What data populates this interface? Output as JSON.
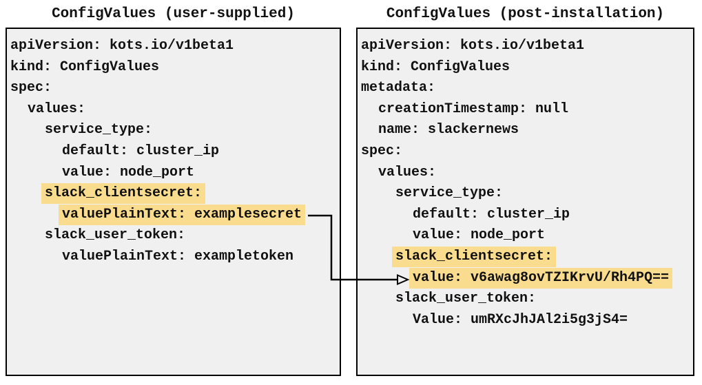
{
  "colors": {
    "highlight": "#FADC8F",
    "panel_bg": "#F0F0F0",
    "border": "#000000",
    "text": "#111111",
    "arrow": "#000000"
  },
  "panels": [
    {
      "id": "user-supplied",
      "title": "ConfigValues (user-supplied)",
      "lines": [
        {
          "indent": 0,
          "text": "apiVersion: kots.io/v1beta1",
          "highlight": false
        },
        {
          "indent": 0,
          "text": "kind: ConfigValues",
          "highlight": false
        },
        {
          "indent": 0,
          "text": "spec:",
          "highlight": false
        },
        {
          "indent": 1,
          "text": "values:",
          "highlight": false
        },
        {
          "indent": 2,
          "text": "service_type:",
          "highlight": false
        },
        {
          "indent": 3,
          "text": "default: cluster_ip",
          "highlight": false
        },
        {
          "indent": 3,
          "text": "value: node_port",
          "highlight": false
        },
        {
          "indent": 2,
          "text": "slack_clientsecret:",
          "highlight": true
        },
        {
          "indent": 3,
          "text": "valuePlainText: examplesecret",
          "highlight": true
        },
        {
          "indent": 2,
          "text": "slack_user_token:",
          "highlight": false
        },
        {
          "indent": 3,
          "text": "valuePlainText: exampletoken",
          "highlight": false
        }
      ]
    },
    {
      "id": "post-installation",
      "title": "ConfigValues (post-installation)",
      "lines": [
        {
          "indent": 0,
          "text": "apiVersion: kots.io/v1beta1",
          "highlight": false
        },
        {
          "indent": 0,
          "text": "kind: ConfigValues",
          "highlight": false
        },
        {
          "indent": 0,
          "text": "metadata:",
          "highlight": false
        },
        {
          "indent": 1,
          "text": "creationTimestamp: null",
          "highlight": false
        },
        {
          "indent": 1,
          "text": "name: slackernews",
          "highlight": false
        },
        {
          "indent": 0,
          "text": "spec:",
          "highlight": false
        },
        {
          "indent": 1,
          "text": "values:",
          "highlight": false
        },
        {
          "indent": 2,
          "text": "service_type:",
          "highlight": false
        },
        {
          "indent": 3,
          "text": "default: cluster_ip",
          "highlight": false
        },
        {
          "indent": 3,
          "text": "value: node_port",
          "highlight": false
        },
        {
          "indent": 2,
          "text": "slack_clientsecret:",
          "highlight": true
        },
        {
          "indent": 3,
          "text": "value: v6awag8ovTZIKrvU/Rh4PQ==",
          "highlight": true
        },
        {
          "indent": 2,
          "text": "slack_user_token:",
          "highlight": false
        },
        {
          "indent": 3,
          "text": "Value: umRXcJhJAl2i5g3jS4=",
          "highlight": false
        }
      ]
    }
  ]
}
